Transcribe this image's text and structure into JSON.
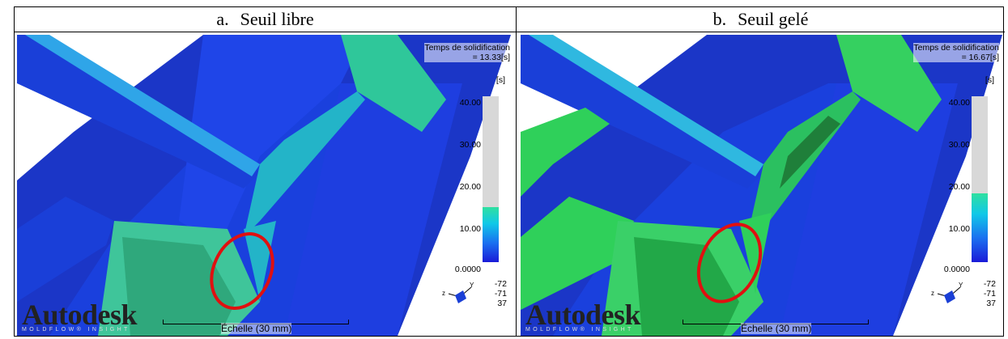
{
  "panels": [
    {
      "label": "a.",
      "title": "Seuil libre",
      "result_title": "Temps de solidification",
      "result_value": "= 13.33[s]",
      "unit": "[s]",
      "ticks": [
        "40.00",
        "30.00",
        "20.00",
        "10.00",
        "0.0000"
      ],
      "fill_level": 13.33,
      "axis_numbers": [
        "-72",
        "-71",
        "37"
      ],
      "logo": "Autodesk",
      "logo_sub": "MOLDFLOW® INSIGHT",
      "scale_label": "Échelle (30 mm)"
    },
    {
      "label": "b.",
      "title": "Seuil gelé",
      "result_title": "Temps de solidification",
      "result_value": "= 16.67[s]",
      "unit": "[s]",
      "ticks": [
        "40.00",
        "30.00",
        "20.00",
        "10.00",
        "0.0000"
      ],
      "fill_level": 16.67,
      "axis_numbers": [
        "-72",
        "-71",
        "37"
      ],
      "logo": "Autodesk",
      "logo_sub": "MOLDFLOW® INSIGHT",
      "scale_label": "Échelle (30 mm)"
    }
  ],
  "scale_max": 40,
  "colors": {
    "highlight_ring": "#e01010",
    "part_blue": "#1a3fd6",
    "gate_green_a": "#3fc59a",
    "gate_green_b": "#2fd05a"
  }
}
